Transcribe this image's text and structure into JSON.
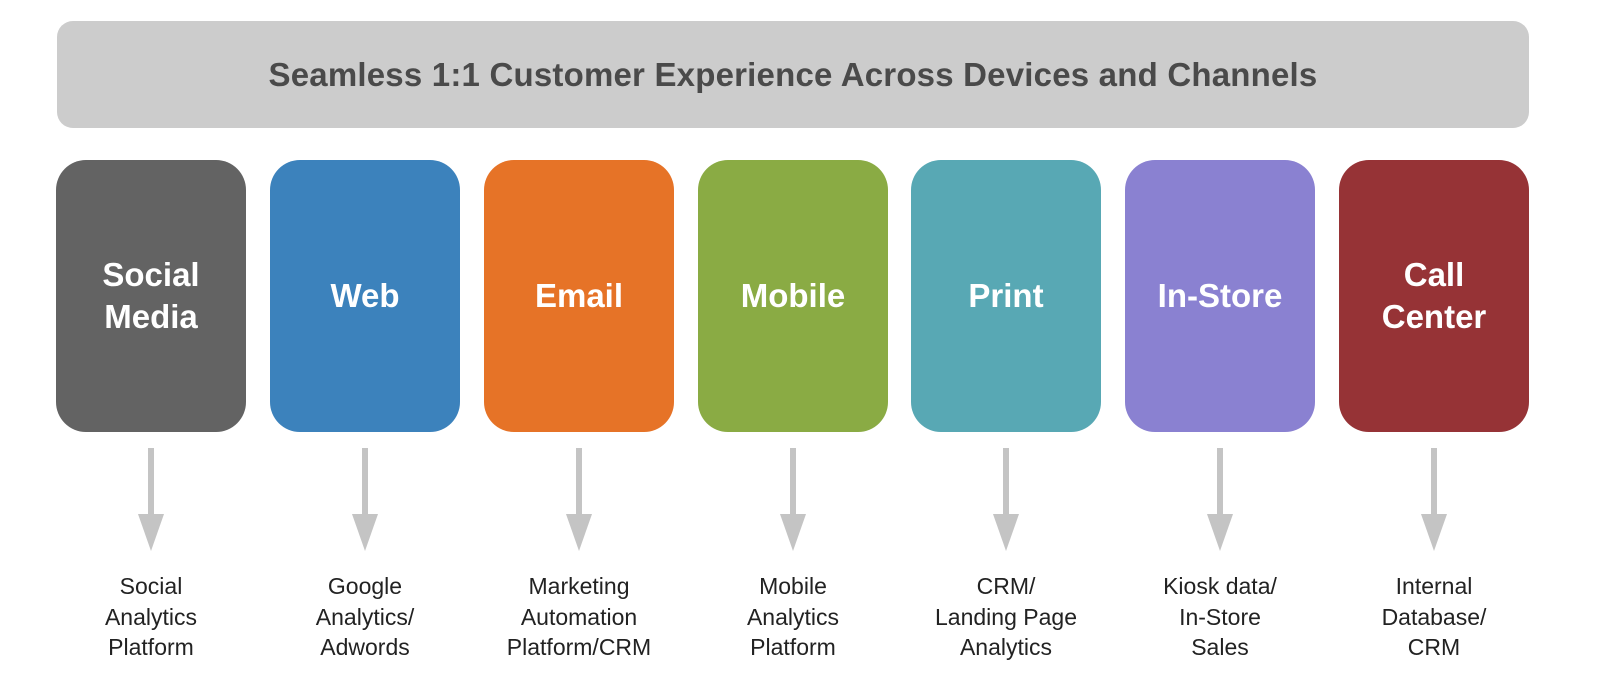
{
  "banner": {
    "title": "Seamless 1:1 Customer Experience Across Devices and Channels"
  },
  "colors": {
    "banner_bg": "#cccccc",
    "arrow": "#c4c4c4"
  },
  "channels": [
    {
      "name": "Social\nMedia",
      "tool": "Social\nAnalytics\nPlatform",
      "color": "#636363"
    },
    {
      "name": "Web",
      "tool": "Google\nAnalytics/\nAdwords",
      "color": "#3c82bc"
    },
    {
      "name": "Email",
      "tool": "Marketing\nAutomation\nPlatform/CRM",
      "color": "#e67327"
    },
    {
      "name": "Mobile",
      "tool": "Mobile\nAnalytics\nPlatform",
      "color": "#8aab44"
    },
    {
      "name": "Print",
      "tool": "CRM/\nLanding Page\nAnalytics",
      "color": "#58a8b4"
    },
    {
      "name": "In-Store",
      "tool": "Kiosk data/\nIn-Store\nSales",
      "color": "#8a81d1"
    },
    {
      "name": "Call\nCenter",
      "tool": "Internal\nDatabase/\nCRM",
      "color": "#963336"
    }
  ]
}
